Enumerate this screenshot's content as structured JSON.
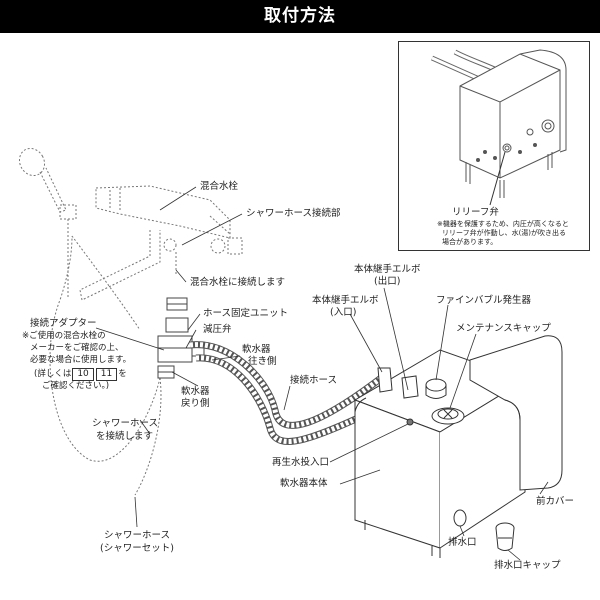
{
  "header": {
    "title": "取付方法"
  },
  "inset": {
    "relief_valve_label": "リリーフ弁",
    "relief_valve_note_1": "※機器を保護するため、内圧が高くなると",
    "relief_valve_note_2": "リリーフ弁が作動し、水(湯)が吹き出る",
    "relief_valve_note_3": "場合があります。"
  },
  "labels": {
    "mixing_faucet": "混合水栓",
    "shower_hose_connection": "シャワーホース接続部",
    "connect_to_faucet": "混合水栓に接続します",
    "hose_fixing_unit": "ホース固定ユニット",
    "pressure_reducing_valve": "減圧弁",
    "softener_outgoing_1": "軟水器",
    "softener_outgoing_2": "往き側",
    "softener_return_1": "軟水器",
    "softener_return_2": "戻り側",
    "connection_hose": "接続ホース",
    "elbow_outlet_1": "本体継手エルボ",
    "elbow_outlet_2": "(出口)",
    "elbow_inlet_1": "本体継手エルボ",
    "elbow_inlet_2": "(入口)",
    "fine_bubble_generator": "ファインバブル発生器",
    "maintenance_cap": "メンテナンスキャップ",
    "regeneration_water_inlet": "再生水投入口",
    "softener_body": "軟水器本体",
    "front_cover": "前カバー",
    "drain_port": "排水口",
    "drain_cap": "排水口キャップ",
    "connection_adapter": "接続アダプター",
    "adapter_note_1": "※ご使用の混合水栓の",
    "adapter_note_2": "メーカーをご確認の上、",
    "adapter_note_3": "必要な場合に使用します。",
    "adapter_note_4_pre": "(詳しくは",
    "adapter_page_a": "10",
    "adapter_page_b": "11",
    "adapter_note_4_post": "を",
    "adapter_note_5": "ご確認ください。)",
    "connect_shower_hose_1": "シャワーホース",
    "connect_shower_hose_2": "を接続します",
    "shower_hose_set_1": "シャワーホース",
    "shower_hose_set_2": "(シャワーセット)"
  }
}
